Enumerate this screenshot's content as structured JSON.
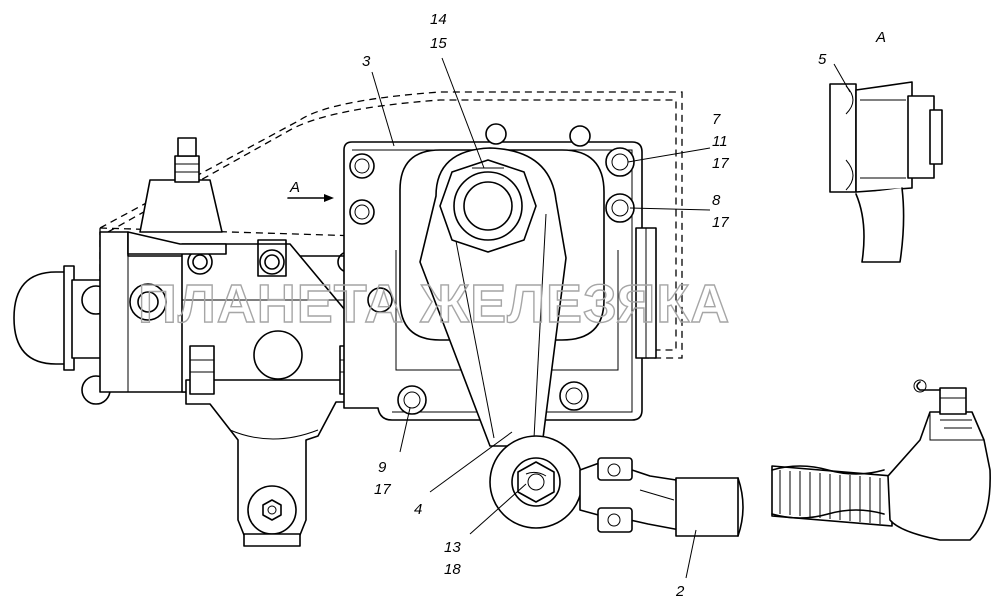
{
  "watermark": "ПЛАНЕТА ЖЕЛЕЗЯКА",
  "view": {
    "arrow_label": "A",
    "view_title": "A"
  },
  "callouts": {
    "c2": "2",
    "c3": "3",
    "c4": "4",
    "c5": "5",
    "c7": "7",
    "c7_11": "11",
    "c7_17": "17",
    "c8": "8",
    "c8_17": "17",
    "c9": "9",
    "c9_17": "17",
    "c13": "13",
    "c13_18": "18",
    "c14": "14",
    "c14_15": "15"
  }
}
